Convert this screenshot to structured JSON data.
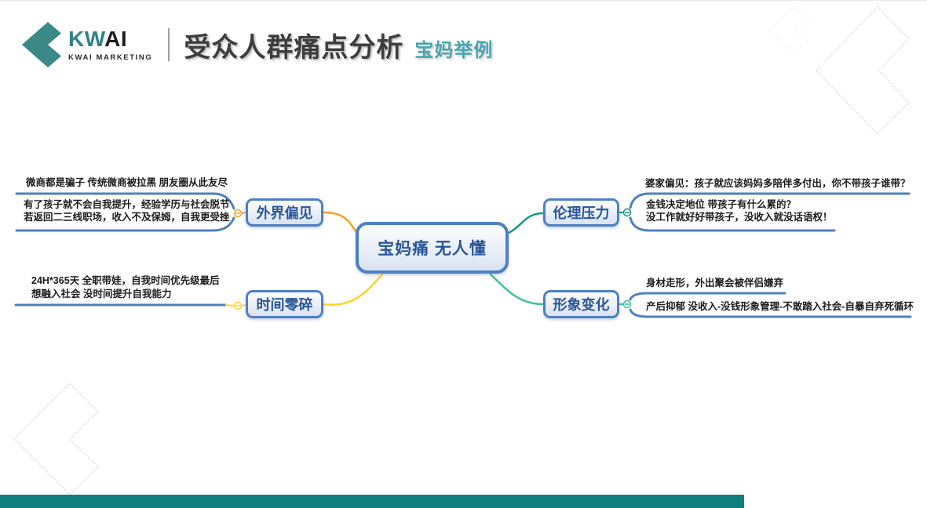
{
  "header": {
    "logo": {
      "brand_kw": "KW",
      "brand_ai": "AI",
      "brand_sub": "KWAI MARKETING"
    },
    "title": "受众人群痛点分析",
    "subtitle": "宝妈举例"
  },
  "colors": {
    "brand_teal": "#2f8482",
    "subtitle_teal": "#4aa6ad",
    "footer_bar": "#117e80",
    "node_border_blue": "#4e80c4",
    "node_text_blue": "#2a5699",
    "underline_blue": "#4e82c2",
    "branch_orange": "#f7a128",
    "branch_yellow": "#ffd42a",
    "branch_teal": "#18997f",
    "branch_mint": "#3fbfa0"
  },
  "mindmap": {
    "center": {
      "label": "宝妈痛 无人懂"
    },
    "branches": [
      {
        "label": "外界偏见",
        "side": "left",
        "color": "#f7a128",
        "children": [
          {
            "lines": [
              "微商都是骗子 传统微商被拉黑 朋友圈从此友尽"
            ]
          },
          {
            "lines": [
              "有了孩子就不会自我提升，经验学历与社会脱节",
              "若返回二三线职场，收入不及保姆，自我更受挫"
            ]
          }
        ]
      },
      {
        "label": "时间零碎",
        "side": "left",
        "color": "#ffd42a",
        "children": [
          {
            "lines": [
              "24H*365天 全职带娃，自我时间优先级最后",
              "想融入社会 没时间提升自我能力"
            ]
          }
        ]
      },
      {
        "label": "伦理压力",
        "side": "right",
        "color": "#18997f",
        "children": [
          {
            "lines": [
              "婆家偏见：孩子就应该妈妈多陪伴多付出，你不带孩子谁带？"
            ]
          },
          {
            "lines": [
              "金钱决定地位 带孩子有什么累的？",
              "没工作就好好带孩子，没收入就没话语权！"
            ]
          }
        ]
      },
      {
        "label": "形象变化",
        "side": "right",
        "color": "#3fbfa0",
        "children": [
          {
            "lines": [
              "身材走形，外出聚会被伴侣嫌弃"
            ]
          },
          {
            "lines": [
              "产后抑郁 没收入-没钱形象管理-不敢踏入社会-自暴自弃死循环"
            ]
          }
        ]
      }
    ]
  }
}
